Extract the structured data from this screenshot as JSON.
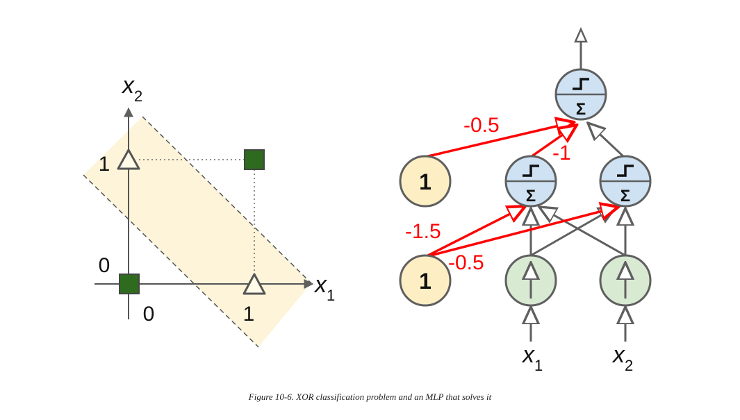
{
  "xor_plot": {
    "x_axis": {
      "symbol": "x",
      "subscript": "1"
    },
    "y_axis": {
      "symbol": "x",
      "subscript": "2"
    },
    "x_ticks": [
      "0",
      "1"
    ],
    "y_ticks": [
      "0",
      "1"
    ],
    "points": [
      {
        "x": 0,
        "y": 0,
        "class": "square"
      },
      {
        "x": 1,
        "y": 1,
        "class": "square"
      },
      {
        "x": 1,
        "y": 0,
        "class": "triangle"
      },
      {
        "x": 0,
        "y": 1,
        "class": "triangle"
      }
    ],
    "colors": {
      "band_fill": "#fdf4d9",
      "square": "#2e6b1f",
      "triangle_fill": "#fffbe8",
      "axis": "#555555"
    }
  },
  "mlp": {
    "bias_inputs": [
      {
        "label": "1"
      },
      {
        "label": "1"
      }
    ],
    "inputs": [
      {
        "symbol": "x",
        "subscript": "1"
      },
      {
        "symbol": "x",
        "subscript": "2"
      }
    ],
    "activation_symbol": "Σ",
    "weights": {
      "output_bias": "-0.5",
      "hidden1_to_output": "-1",
      "hidden1_bias": "-1.5",
      "hidden2_bias": "-0.5"
    },
    "colors": {
      "bias_fill": "#fdefc3",
      "input_fill": "#d9ead3",
      "neuron_fill": "#cfe2f3",
      "highlight": "#ff0000",
      "edge": "#5f5f5f"
    }
  },
  "caption": "Figure 10-6. XOR classification problem and an MLP that solves it"
}
